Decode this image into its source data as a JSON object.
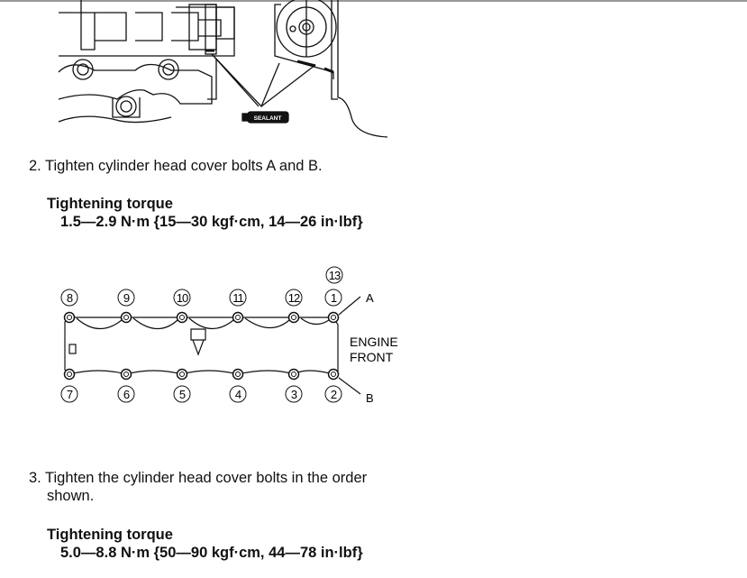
{
  "top_figure": {
    "sealant_label": "SEALANT"
  },
  "step2": {
    "text": "2. Tighten cylinder head cover bolts A and B.",
    "torque_heading": "Tightening torque",
    "torque_value": "1.5—2.9 N·m {15—30 kgf·cm, 14—26 in·lbf}"
  },
  "diagram": {
    "top_labels": [
      "8",
      "9",
      "10",
      "11",
      "12",
      "1"
    ],
    "bottom_labels": [
      "7",
      "6",
      "5",
      "4",
      "3",
      "2"
    ],
    "extra_label": "13",
    "label_a": "A",
    "label_b": "B",
    "engine_front": [
      "ENGINE",
      "FRONT"
    ]
  },
  "step3": {
    "text_line1": "3. Tighten the cylinder head cover bolts in the order",
    "text_line2": "shown.",
    "torque_heading": "Tightening torque",
    "torque_value": "5.0—8.8 N·m {50—90 kgf·cm, 44—78 in·lbf}"
  }
}
